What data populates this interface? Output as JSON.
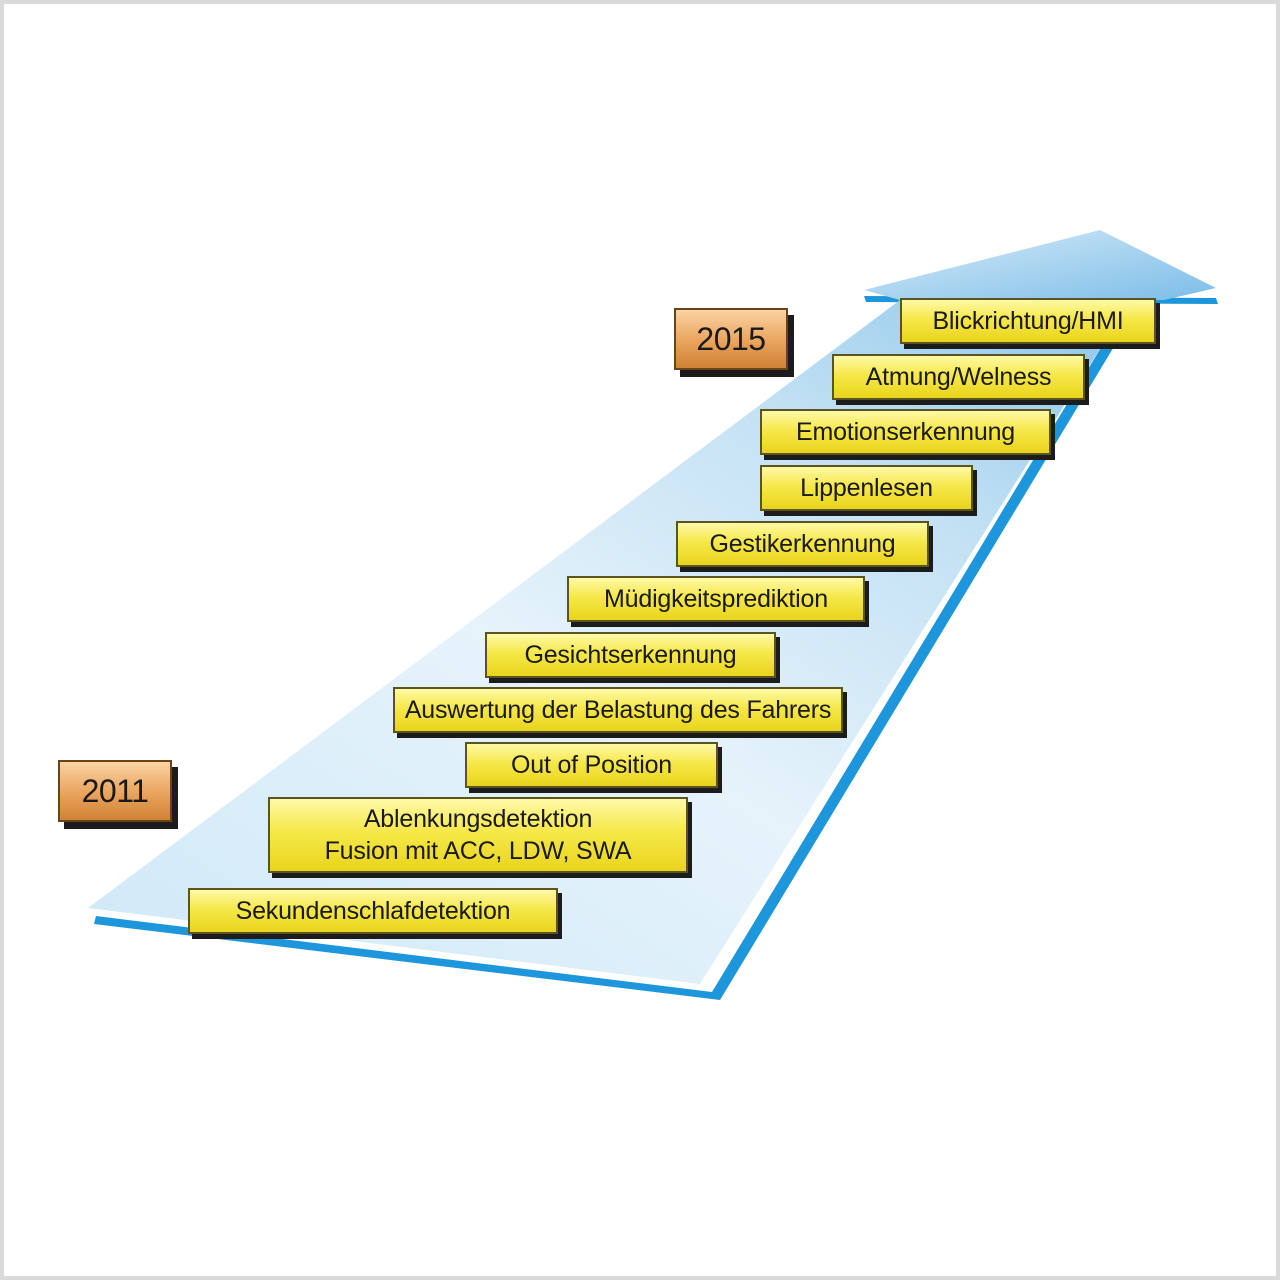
{
  "years": {
    "start": "2011",
    "end": "2015"
  },
  "steps": [
    {
      "label": "Sekundenschlafdetektion"
    },
    {
      "label": "Ablenkungsdetektion",
      "label2": "Fusion mit ACC, LDW, SWA"
    },
    {
      "label": "Out of Position"
    },
    {
      "label": "Auswertung der Belastung des Fahrers"
    },
    {
      "label": "Gesichtserkennung"
    },
    {
      "label": "Müdigkeitsprediktion"
    },
    {
      "label": "Gestikerkennung"
    },
    {
      "label": "Lippenlesen"
    },
    {
      "label": "Emotionserkennung"
    },
    {
      "label": "Atmung/Welness"
    },
    {
      "label": "Blickrichtung/HMI"
    }
  ],
  "colors": {
    "arrow_light": "#e6f3fb",
    "arrow_mid": "#a9d3ee",
    "arrow_edge": "#1e96dc",
    "box_yellow": "#f6e84a",
    "year_orange": "#e9a35c"
  }
}
